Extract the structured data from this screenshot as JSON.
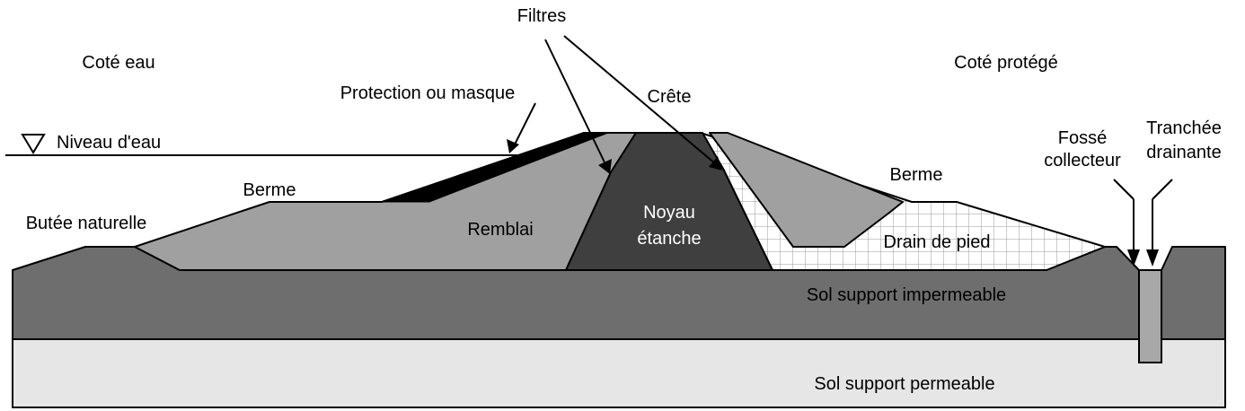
{
  "labels": {
    "cote_eau": "Coté eau",
    "cote_protege": "Coté protégé",
    "filtres": "Filtres",
    "protection": "Protection ou masque",
    "crete": "Crête",
    "niveau_eau": "Niveau d'eau",
    "berme_left": "Berme",
    "berme_right": "Berme",
    "butee": "Butée naturelle",
    "remblai": "Remblai",
    "noyau_line1": "Noyau",
    "noyau_line2": "étanche",
    "drain": "Drain de pied",
    "fosse_line1": "Fossé",
    "fosse_line2": "collecteur",
    "tranchee_line1": "Tranchée",
    "tranchee_line2": "drainante",
    "sol_impermeable": "Sol support impermeable",
    "sol_permeable": "Sol support permeable"
  },
  "colors": {
    "permeable_soil": "#e6e6e6",
    "impermeable_soil": "#6e6e6e",
    "embankment": "#a0a0a0",
    "core": "#3f3f3f",
    "drain_fill": "#ffffff",
    "drain_grid": "#9a9a9a",
    "mask": "#000000",
    "trench": "#a8a8a8",
    "outline": "#000000"
  }
}
